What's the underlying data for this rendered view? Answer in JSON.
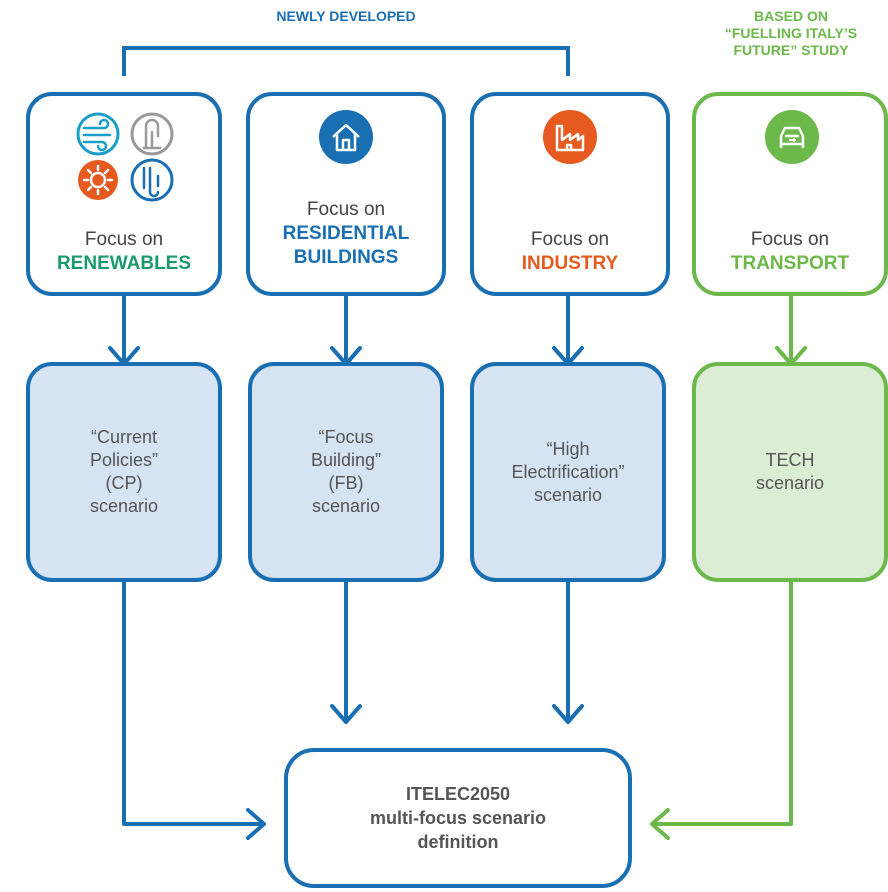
{
  "header": {
    "newly_developed": "NEWLY DEVELOPED",
    "based_on_line1": "BASED ON",
    "based_on_line2": "“FUELLING ITALY’S",
    "based_on_line3": "FUTURE” STUDY"
  },
  "focus_cards": [
    {
      "prefix": "Focus on",
      "topic_line1": "RENEWABLES",
      "topic_line2": "",
      "icon": "renewables-icons",
      "accent": "#1a9a6b"
    },
    {
      "prefix": "Focus on",
      "topic_line1": "RESIDENTIAL",
      "topic_line2": "BUILDINGS",
      "icon": "house-icon",
      "accent": "#1a6fb3"
    },
    {
      "prefix": "Focus on",
      "topic_line1": "INDUSTRY",
      "topic_line2": "",
      "icon": "factory-icon",
      "accent": "#e65a1f"
    },
    {
      "prefix": "Focus on",
      "topic_line1": "TRANSPORT",
      "topic_line2": "",
      "icon": "electric-car-icon",
      "accent": "#6cb84b"
    }
  ],
  "scenarios": [
    {
      "line1": "“Current",
      "line2": "Policies”",
      "line3": "(CP)",
      "line4": "scenario"
    },
    {
      "line1": "“Focus",
      "line2": "Building”",
      "line3": "(FB)",
      "line4": "scenario"
    },
    {
      "line1": "“High",
      "line2": "Electrification”",
      "line3": "scenario",
      "line4": ""
    },
    {
      "line1": "TECH",
      "line2": "scenario",
      "line3": "",
      "line4": ""
    }
  ],
  "final": {
    "line1": "ITELEC2050",
    "line2": "multi-focus scenario",
    "line3": "definition"
  },
  "colors": {
    "blue": "#1a6fb3",
    "green": "#6cb84b",
    "orange": "#e65a1f",
    "teal": "#1a9a6b",
    "blue_fill": "#d5e3f3",
    "green_fill": "#dbedd5"
  }
}
